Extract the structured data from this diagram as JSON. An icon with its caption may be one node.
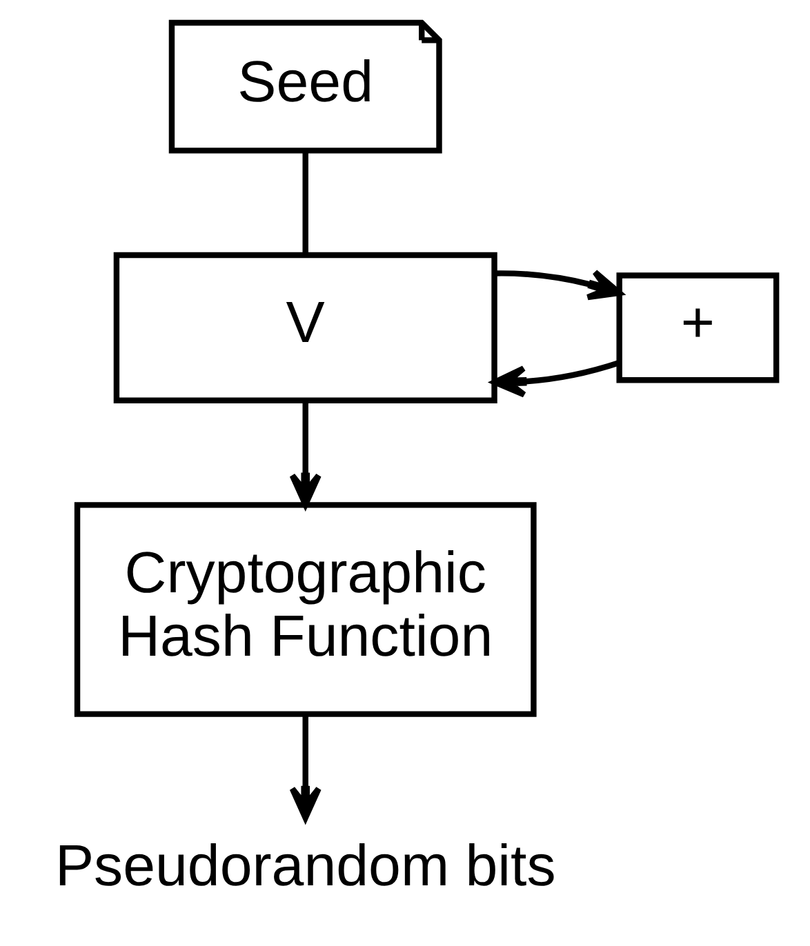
{
  "diagram": {
    "nodes": [
      {
        "text": [
          "Seed"
        ]
      },
      {
        "text": [
          "+"
        ]
      },
      {
        "text": [
          "V"
        ]
      },
      {
        "text": [
          "Cryptographic Hash Function"
        ]
      },
      {
        "text": [
          "Pseudorandom bits"
        ]
      }
    ],
    "edges": [
      {
        "from": 0,
        "to": 2,
        "arrow": "none"
      },
      {
        "from": 1,
        "to": 2,
        "arrow": "to"
      },
      {
        "from": 2,
        "to": 1,
        "arrow": "to"
      },
      {
        "from": 2,
        "to": 3,
        "arrow": "to"
      },
      {
        "from": 3,
        "to": 4,
        "arrow": "to"
      }
    ]
  }
}
